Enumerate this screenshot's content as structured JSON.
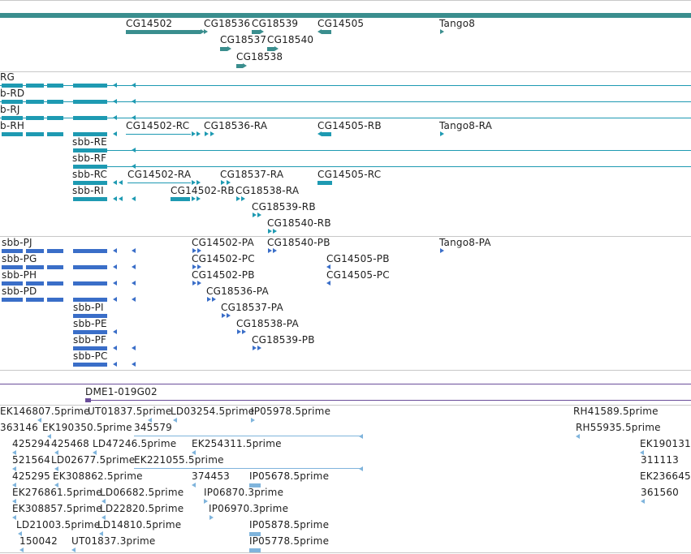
{
  "colors": {
    "gene_teal": "#3a8e8e",
    "transcript_teal": "#1e9ab2",
    "protein_blue": "#3a6ec8",
    "clone_purple": "#6a4e9a",
    "est_light_blue": "#7fb4dc",
    "separator": "#c8c8c8"
  },
  "tracks": {
    "genes": {
      "labels": [
        "CG14502",
        "CG18536",
        "CG18539",
        "CG14505",
        "Tango8",
        "CG18537",
        "CG18540",
        "CG18538"
      ]
    },
    "transcripts": {
      "labels": [
        "RG",
        "b-RD",
        "b-RJ",
        "b-RH",
        "CG14502-RC",
        "CG18536-RA",
        "CG14505-RB",
        "Tango8-RA",
        "sbb-RE",
        "sbb-RF",
        "sbb-RC",
        "CG14502-RA",
        "CG18537-RA",
        "CG14505-RC",
        "sbb-RI",
        "CG14502-RB",
        "CG18538-RA",
        "CG18539-RB",
        "CG18540-RB"
      ]
    },
    "proteins": {
      "labels": [
        "sbb-PJ",
        "CG14502-PA",
        "CG18540-PB",
        "Tango8-PA",
        "sbb-PG",
        "CG14502-PC",
        "CG14505-PB",
        "sbb-PH",
        "CG14502-PB",
        "CG14505-PC",
        "sbb-PD",
        "CG18536-PA",
        "sbb-PI",
        "CG18537-PA",
        "sbb-PE",
        "CG18538-PA",
        "sbb-PF",
        "CG18539-PB",
        "sbb-PC"
      ]
    },
    "clones": {
      "labels": [
        "DME1-019G02"
      ]
    },
    "ests": {
      "labels": [
        "EK146807.5prime",
        "UT01837.5prime",
        "LD03254.5prime",
        "IP05978.5prime",
        "RH41589.5prime",
        "363146",
        "EK190350.5prime",
        "345579",
        "RH55935.5prime",
        "425294",
        "425468",
        "LD47246.5prime",
        "EK254311.5prime",
        "EK190131",
        "521564",
        "LD02677.5prime",
        "EK221055.5prime",
        "311113",
        "425295",
        "EK308862.5prime",
        "374453",
        "IP05678.5prime",
        "EK236645",
        "EK276861.5prime",
        "LD06682.5prime",
        "IP06870.3prime",
        "361560",
        "EK308857.5prime",
        "LD22820.5prime",
        "IP06970.3prime",
        "LD21003.5prime",
        "LD14810.5prime",
        "IP05878.5prime",
        "150042",
        "UT01837.3prime",
        "IP05778.5prime"
      ]
    }
  }
}
